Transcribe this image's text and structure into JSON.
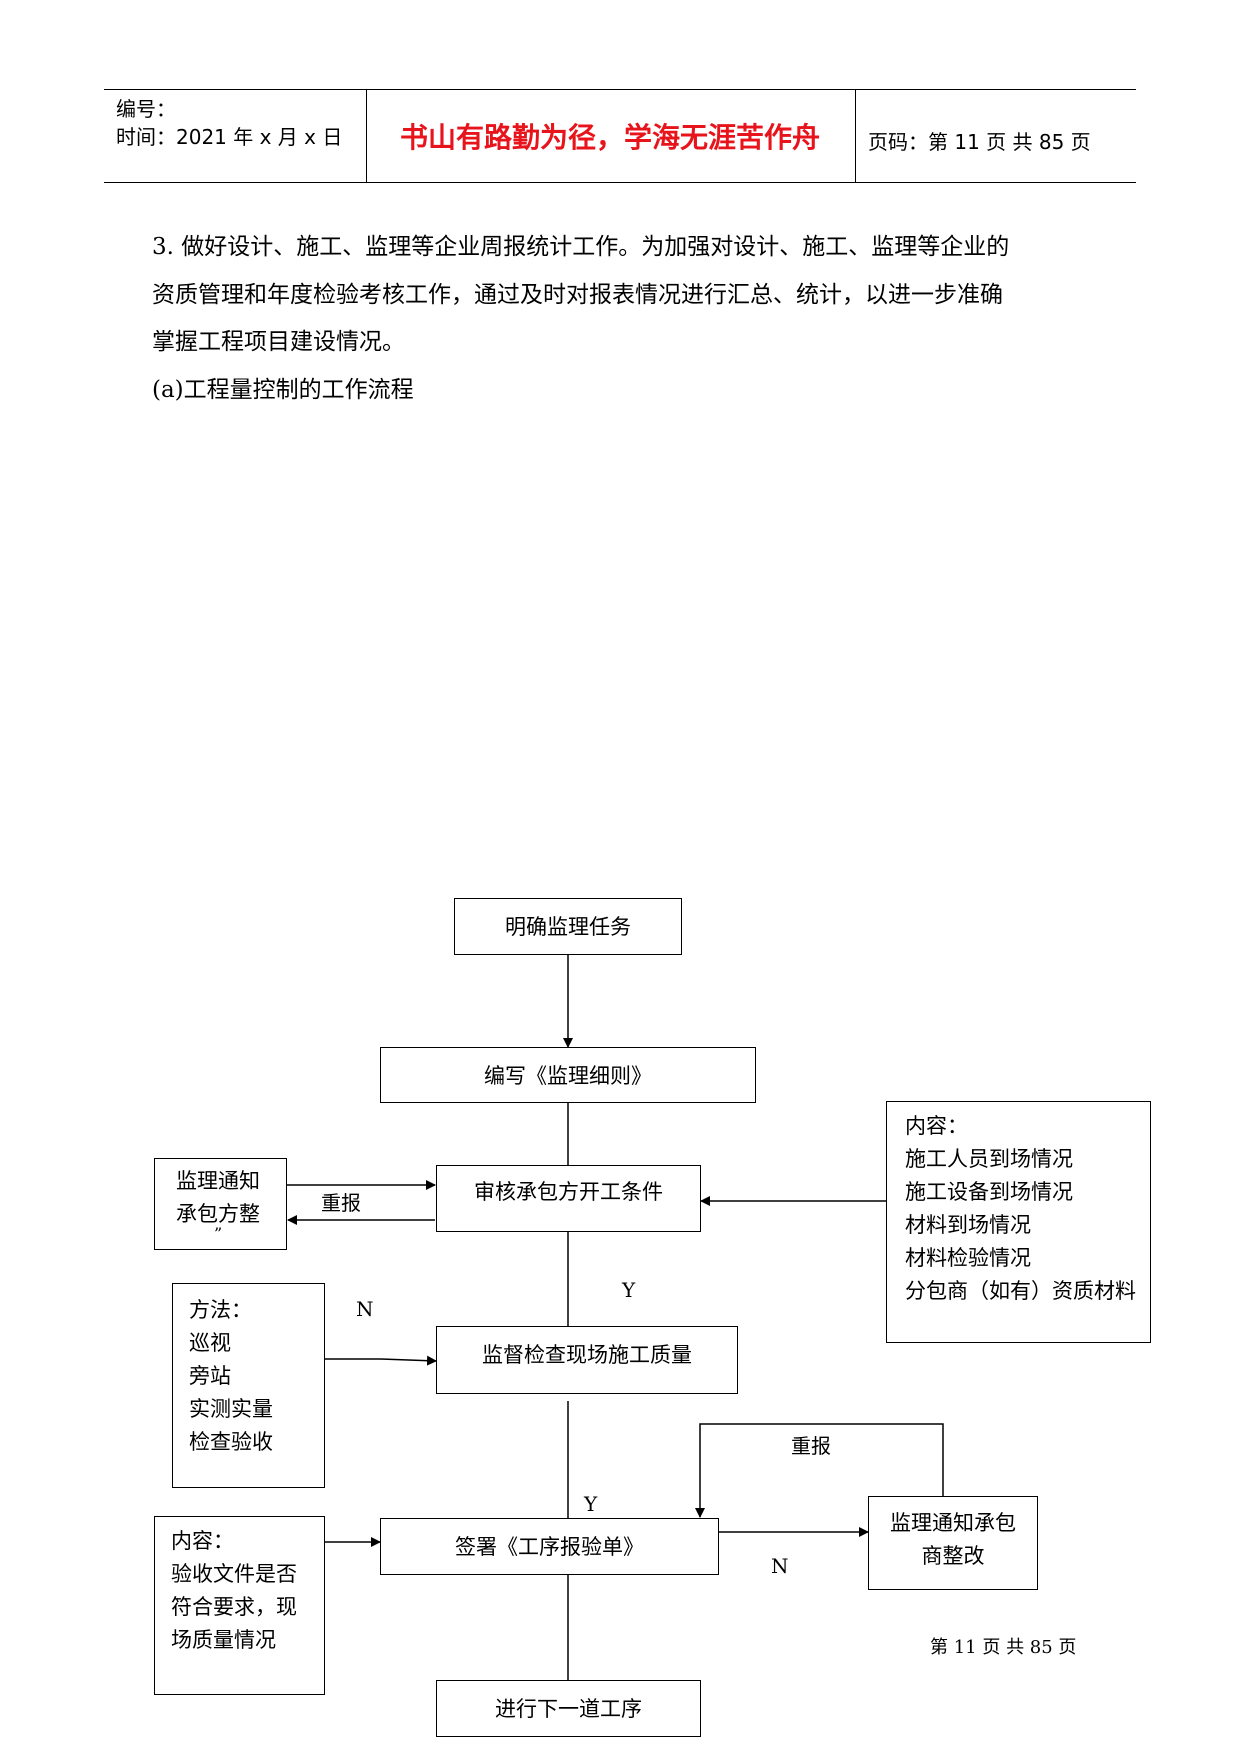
{
  "header": {
    "serial_label": "编号：",
    "time_label": "时间：2021 年 x 月 x 日",
    "motto": "书山有路勤为径，学海无涯苦作舟",
    "page_info": "页码：第 11 页  共 85 页"
  },
  "body": {
    "paragraph_lines": [
      "3. 做好设计、施工、监理等企业周报统计工作。为加强对设计、施工、监理等企业的",
      "资质管理和年度检验考核工作，通过及时对报表情况进行汇总、统计，以进一步准确",
      "掌握工程项目建设情况。"
    ],
    "section_heading": "(a)工程量控制的工作流程"
  },
  "flowchart": {
    "box_task": "明确监理任务",
    "box_rules": "编写《监理细则》",
    "box_review": "审核承包方开工条件",
    "box_supervise": "监督检查现场施工质量",
    "box_sign": "签署《工序报验单》",
    "box_next": "进行下一道工序",
    "box_notify_left_lines": [
      "监理通知",
      "承包方整"
    ],
    "box_notify_left_cut": "”",
    "box_content_right_lines": [
      "内容：",
      "施工人员到场情况",
      "施工设备到场情况",
      "材料到场情况",
      "材料检验情况",
      "分包商（如有）资质材料"
    ],
    "box_methods_lines": [
      "方法：",
      "巡视",
      "旁站",
      "实测实量",
      "检查验收"
    ],
    "box_content_left_lines": [
      "内容：",
      "验收文件是否",
      "符合要求，现",
      "场质量情况"
    ],
    "box_notify_right_lines": [
      "监理通知承包",
      "商整改"
    ],
    "label_resubmit_left": "重报",
    "label_resubmit_right": "重报",
    "label_y_1": "Y",
    "label_n_1": "N",
    "label_y_2": "Y",
    "label_n_2": "N"
  },
  "footer": {
    "page_text": "第  11  页  共  85  页"
  }
}
